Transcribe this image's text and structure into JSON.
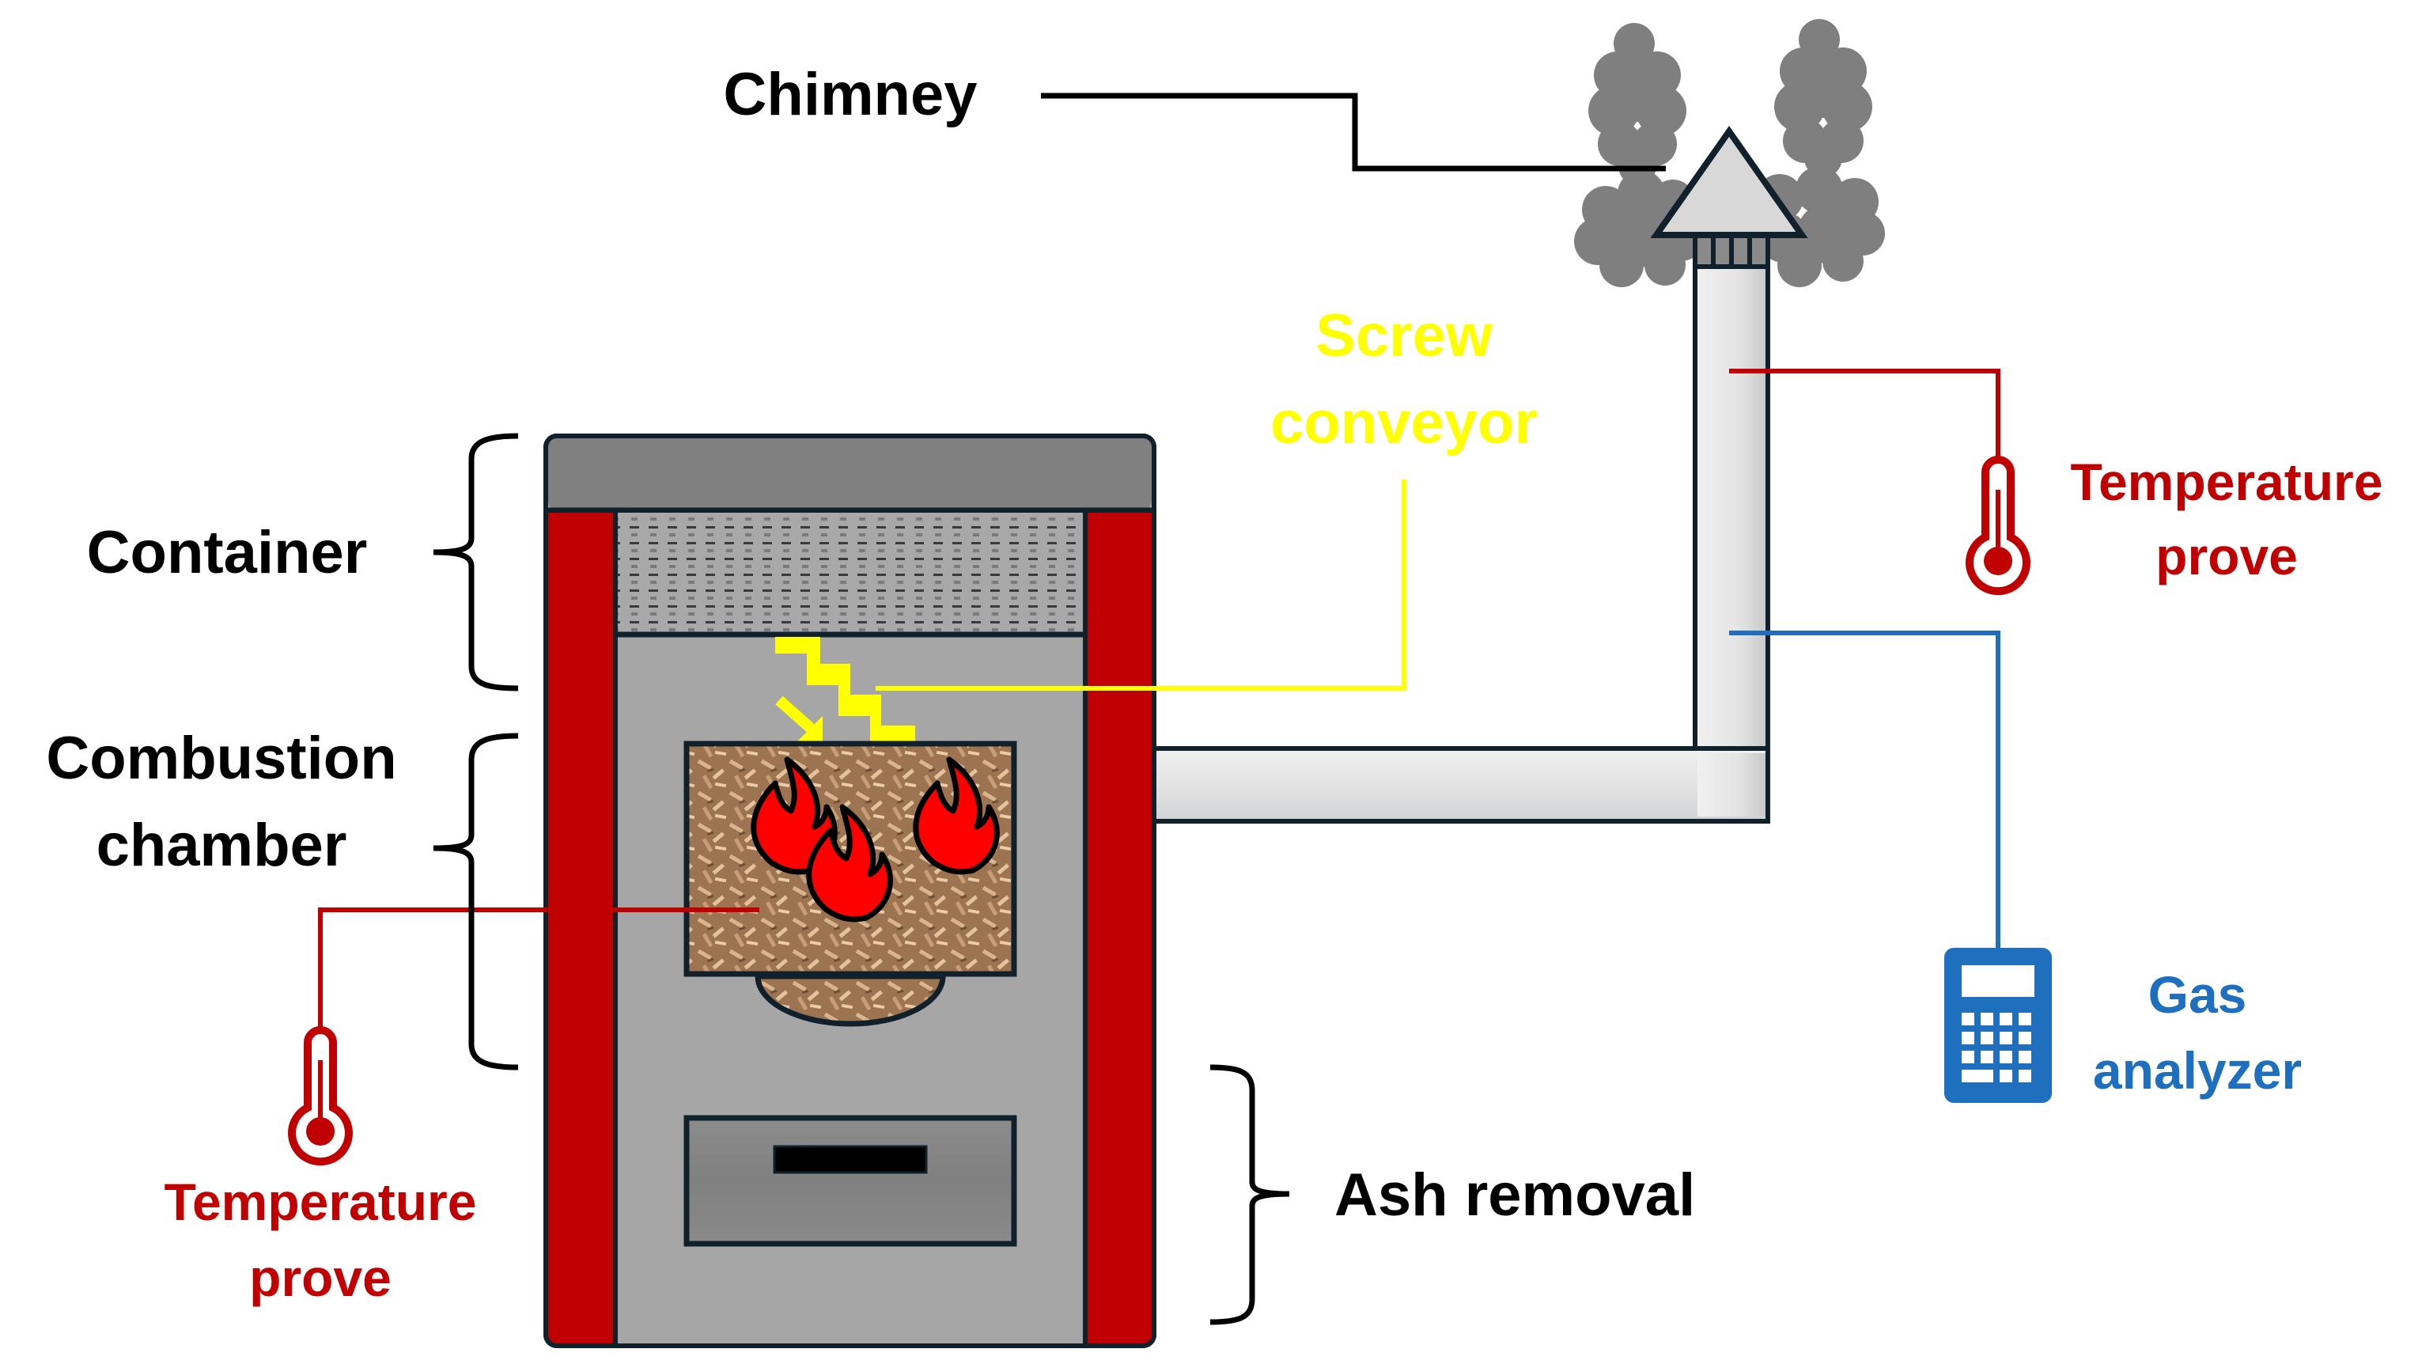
{
  "diagram": {
    "title": "Pellet boiler measurement setup",
    "labels": {
      "chimney": "Chimney",
      "screw_conveyor_line1": "Screw",
      "screw_conveyor_line2": "conveyor",
      "container": "Container",
      "combustion_chamber_line1": "Combustion",
      "combustion_chamber_line2": "chamber",
      "ash_removal": "Ash removal",
      "temp_probe_flue_line1": "Temperature",
      "temp_probe_flue_line2": "prove",
      "temp_probe_chamber_line1": "Temperature",
      "temp_probe_chamber_line2": "prove",
      "gas_analyzer_line1": "Gas",
      "gas_analyzer_line2": "analyzer"
    },
    "icons": {
      "flue_temp": "thermometer-icon",
      "chamber_temp": "thermometer-icon",
      "analyzer": "gas-analyzer-icon",
      "flames": "flame-icon",
      "smoke": "smoke-cloud-icon"
    },
    "colors": {
      "boiler_casing": "#C00000",
      "boiler_body": "#A6A6A6",
      "boiler_cap": "#808080",
      "outline": "#10212B",
      "pipe": "#E2E2E2",
      "smoke": "#7F7F7F",
      "screw_conveyor": "#FFFF00",
      "temperature": "#C00000",
      "gas_analyzer": "#1F6FBF",
      "pellets": "#B8916A",
      "flame": "#FF0000",
      "text": "#000000"
    }
  }
}
